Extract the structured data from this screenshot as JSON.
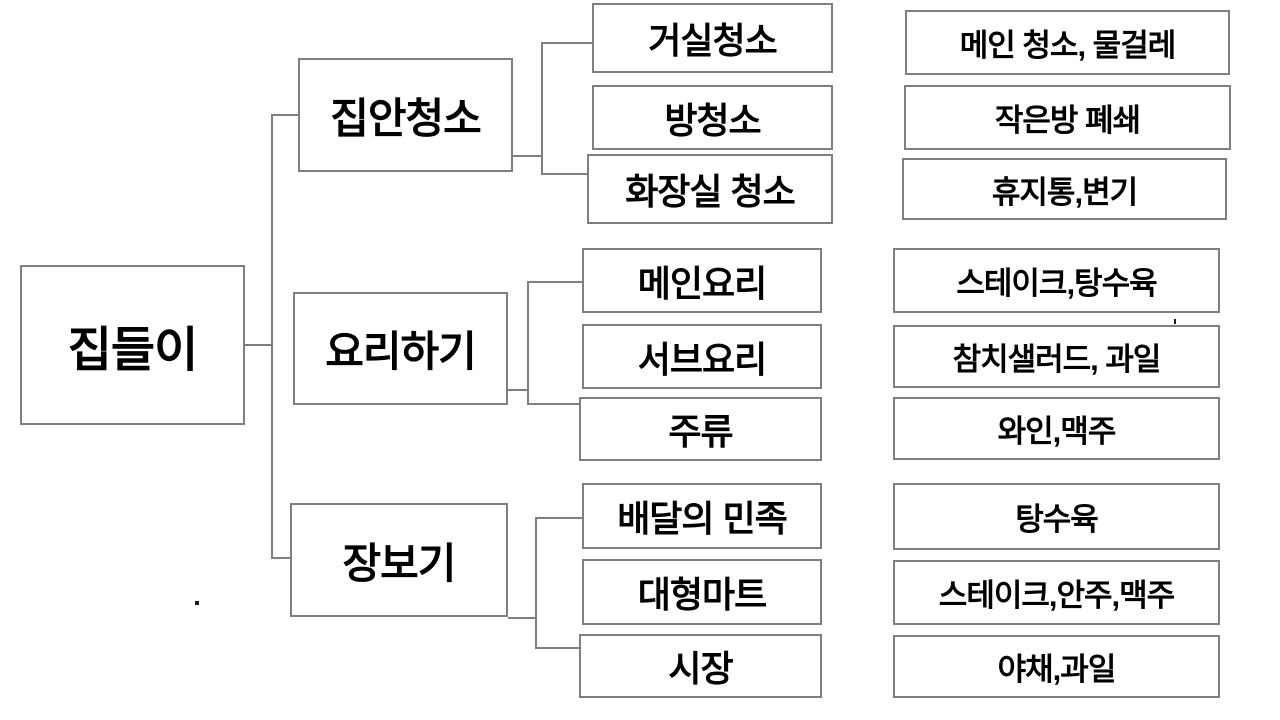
{
  "diagram": {
    "root": {
      "label": "집들이"
    },
    "branches": [
      {
        "label": "집안청소",
        "children": [
          {
            "label": "거실청소",
            "detail": "메인 청소, 물걸레"
          },
          {
            "label": "방청소",
            "detail": "작은방 폐쇄"
          },
          {
            "label": "화장실 청소",
            "detail": "휴지통,변기"
          }
        ]
      },
      {
        "label": "요리하기",
        "children": [
          {
            "label": "메인요리",
            "detail": "스테이크,탕수육"
          },
          {
            "label": "서브요리",
            "detail": "참치샐러드, 과일"
          },
          {
            "label": "주류",
            "detail": "와인,맥주"
          }
        ]
      },
      {
        "label": "장보기",
        "children": [
          {
            "label": "배달의 민족",
            "detail": "탕수육"
          },
          {
            "label": "대형마트",
            "detail": "스테이크,안주,맥주"
          },
          {
            "label": "시장",
            "detail": "야채,과일"
          }
        ]
      }
    ]
  },
  "colors": {
    "border": "#7f7f7f",
    "text": "#000000",
    "background": "#ffffff"
  }
}
